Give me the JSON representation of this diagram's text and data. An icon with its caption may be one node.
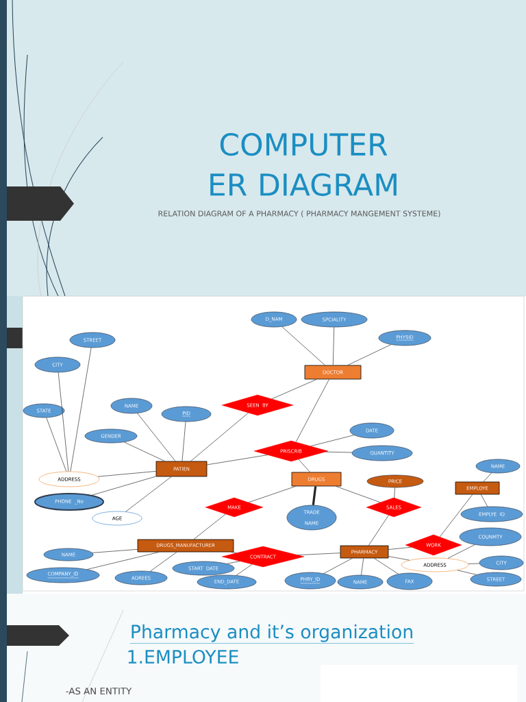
{
  "diagram": {
    "title": "COMPUTER ER DIAGRAM",
    "nodes": [
      {
        "text": [
          "D_NAM"
        ]
      },
      {
        "text": [
          "SPCIALITY"
        ]
      },
      {
        "text": [
          "PHYSID"
        ]
      },
      {
        "text": [
          "DOCTOR"
        ]
      },
      {
        "text": [
          "STREET"
        ]
      },
      {
        "text": [
          "CITY"
        ]
      },
      {
        "text": [
          "STATE"
        ]
      },
      {
        "text": [
          "NAME"
        ]
      },
      {
        "text": [
          "PID"
        ]
      },
      {
        "text": [
          "GENDER"
        ]
      },
      {
        "text": [
          "SEEN BY"
        ]
      },
      {
        "text": [
          "PRISCRIB"
        ]
      },
      {
        "text": [
          "DATE"
        ]
      },
      {
        "text": [
          "QUANTITY"
        ]
      },
      {
        "text": [
          "ADDRESS"
        ]
      },
      {
        "text": [
          "PATIEN"
        ]
      },
      {
        "text": [
          "DRUGS"
        ]
      },
      {
        "text": [
          "NAME"
        ]
      },
      {
        "text": [
          "PRICE"
        ]
      },
      {
        "text": [
          "EMPLOYE"
        ]
      },
      {
        "text": [
          "PHONE _No"
        ]
      },
      {
        "text": [
          "MAKE"
        ]
      },
      {
        "text": [
          "TRADE NAME"
        ]
      },
      {
        "text": [
          "SALES"
        ]
      },
      {
        "text": [
          "EMPLYE ID"
        ]
      },
      {
        "text": [
          "AGE"
        ]
      },
      {
        "text": [
          "COUNMTY"
        ]
      },
      {
        "text": [
          "WORK"
        ]
      },
      {
        "text": [
          "DRUGS_MANUFACTURER"
        ]
      },
      {
        "text": [
          "NAME"
        ]
      },
      {
        "text": [
          "CONTRACT"
        ]
      },
      {
        "text": [
          "PHARMACY"
        ]
      },
      {
        "text": [
          "START DATE"
        ]
      },
      {
        "text": [
          "ADDRESS"
        ]
      },
      {
        "text": [
          "CITY"
        ]
      },
      {
        "text": [
          "COMPANY_ID"
        ]
      },
      {
        "text": [
          "ADREES"
        ]
      },
      {
        "text": [
          "END_DATE"
        ]
      },
      {
        "text": [
          "PHRY_ID"
        ]
      },
      {
        "text": [
          "NAME"
        ]
      },
      {
        "text": [
          "FAX"
        ]
      },
      {
        "text": [
          "STREET"
        ]
      }
    ],
    "edges": [
      {
        "from": 0,
        "to": 3,
        "arrow": "none"
      },
      {
        "from": 1,
        "to": 3,
        "arrow": "none"
      },
      {
        "from": 2,
        "to": 3,
        "arrow": "none"
      },
      {
        "from": 3,
        "to": 10,
        "arrow": "none"
      },
      {
        "from": 3,
        "to": 11,
        "arrow": "none"
      },
      {
        "from": 4,
        "to": 14,
        "arrow": "none"
      },
      {
        "from": 5,
        "to": 14,
        "arrow": "none"
      },
      {
        "from": 6,
        "to": 14,
        "arrow": "none"
      },
      {
        "from": 7,
        "to": 15,
        "arrow": "none"
      },
      {
        "from": 8,
        "to": 15,
        "arrow": "none"
      },
      {
        "from": 9,
        "to": 15,
        "arrow": "none"
      },
      {
        "from": 15,
        "to": 14,
        "arrow": "none"
      },
      {
        "from": 15,
        "to": 20,
        "arrow": "none"
      },
      {
        "from": 15,
        "to": 25,
        "arrow": "none"
      },
      {
        "from": 15,
        "to": 10,
        "arrow": "none"
      },
      {
        "from": 15,
        "to": 11,
        "arrow": "none"
      },
      {
        "from": 11,
        "to": 12,
        "arrow": "none"
      },
      {
        "from": 11,
        "to": 13,
        "arrow": "none"
      },
      {
        "from": 11,
        "to": 16,
        "arrow": "none"
      },
      {
        "from": 16,
        "to": 22,
        "arrow": "none",
        "style": "thick"
      },
      {
        "from": 16,
        "to": 21,
        "arrow": "none"
      },
      {
        "from": 21,
        "to": 28,
        "arrow": "none"
      },
      {
        "from": 16,
        "to": 23,
        "arrow": "none"
      },
      {
        "from": 18,
        "to": 23,
        "arrow": "none"
      },
      {
        "from": 23,
        "to": 31,
        "arrow": "none"
      },
      {
        "from": 17,
        "to": 19,
        "arrow": "none"
      },
      {
        "from": 19,
        "to": 24,
        "arrow": "none"
      },
      {
        "from": 19,
        "to": 27,
        "arrow": "none"
      },
      {
        "from": 27,
        "to": 31,
        "arrow": "none"
      },
      {
        "from": 31,
        "to": 33,
        "arrow": "none"
      },
      {
        "from": 33,
        "to": 26,
        "arrow": "none"
      },
      {
        "from": 33,
        "to": 34,
        "arrow": "none"
      },
      {
        "from": 33,
        "to": 41,
        "arrow": "none"
      },
      {
        "from": 28,
        "to": 29,
        "arrow": "none"
      },
      {
        "from": 28,
        "to": 35,
        "arrow": "none"
      },
      {
        "from": 28,
        "to": 36,
        "arrow": "none"
      },
      {
        "from": 28,
        "to": 30,
        "arrow": "none"
      },
      {
        "from": 30,
        "to": 31,
        "arrow": "none"
      },
      {
        "from": 30,
        "to": 32,
        "arrow": "none"
      },
      {
        "from": 30,
        "to": 37,
        "arrow": "none"
      },
      {
        "from": 31,
        "to": 38,
        "arrow": "none"
      },
      {
        "from": 31,
        "to": 39,
        "arrow": "none"
      },
      {
        "from": 31,
        "to": 40,
        "arrow": "none"
      }
    ],
    "labels": [
      "RELATION DIAGRAM OF A PHARMACY ( PHARMACY MANGEMENT SYSTEME)",
      "Pharmacy and it’s organization",
      "1.EMPLOYEE",
      "-AS AN ENTITY"
    ]
  }
}
